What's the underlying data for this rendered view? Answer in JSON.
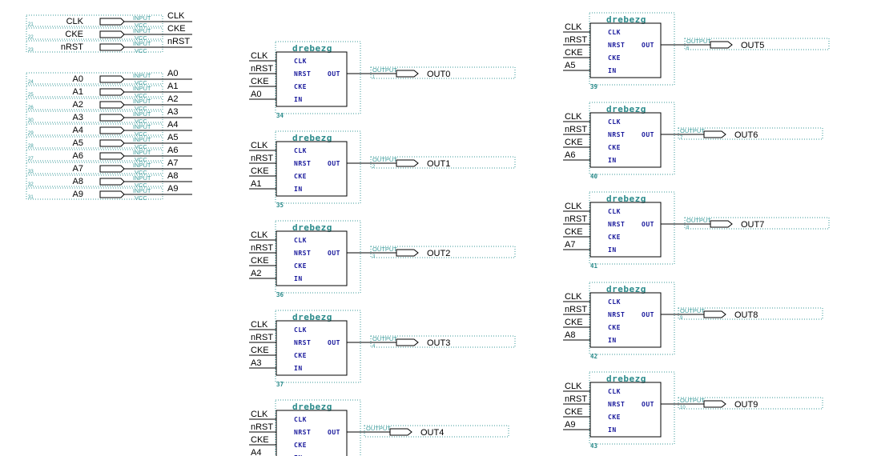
{
  "input_pins": {
    "group1": [
      {
        "num": "21",
        "net": "CLK",
        "label": "CLK",
        "type": "INPUT",
        "pull": "VCC"
      },
      {
        "num": "22",
        "net": "CKE",
        "label": "CKE",
        "type": "INPUT",
        "pull": "VCC"
      },
      {
        "num": "23",
        "net": "nRST",
        "label": "nRST",
        "type": "INPUT",
        "pull": "VCC"
      }
    ],
    "group2": [
      {
        "num": "24",
        "net": "A0",
        "label": "A0",
        "type": "INPUT",
        "pull": "VCC"
      },
      {
        "num": "25",
        "net": "A1",
        "label": "A1",
        "type": "INPUT",
        "pull": "VCC"
      },
      {
        "num": "26",
        "net": "A2",
        "label": "A2",
        "type": "INPUT",
        "pull": "VCC"
      },
      {
        "num": "30",
        "net": "A3",
        "label": "A3",
        "type": "INPUT",
        "pull": "VCC"
      },
      {
        "num": "29",
        "net": "A4",
        "label": "A4",
        "type": "INPUT",
        "pull": "VCC"
      },
      {
        "num": "28",
        "net": "A5",
        "label": "A5",
        "type": "INPUT",
        "pull": "VCC"
      },
      {
        "num": "27",
        "net": "A6",
        "label": "A6",
        "type": "INPUT",
        "pull": "VCC"
      },
      {
        "num": "33",
        "net": "A7",
        "label": "A7",
        "type": "INPUT",
        "pull": "VCC"
      },
      {
        "num": "32",
        "net": "A8",
        "label": "A8",
        "type": "INPUT",
        "pull": "VCC"
      },
      {
        "num": "31",
        "net": "A9",
        "label": "A9",
        "type": "INPUT",
        "pull": "VCC"
      }
    ]
  },
  "block_type": "drebezg",
  "block_pins": [
    "CLK",
    "NRST",
    "CKE",
    "IN",
    "OUT"
  ],
  "block_nets": [
    "CLK",
    "nRST",
    "CKE"
  ],
  "output_type": "OUTPUT",
  "blocks": [
    {
      "inst": "34",
      "in_net": "A0",
      "out_pin": "1",
      "out_name": "OUT0"
    },
    {
      "inst": "35",
      "in_net": "A1",
      "out_pin": "2",
      "out_name": "OUT1"
    },
    {
      "inst": "36",
      "in_net": "A2",
      "out_pin": "3",
      "out_name": "OUT2"
    },
    {
      "inst": "37",
      "in_net": "A3",
      "out_pin": "4",
      "out_name": "OUT3"
    },
    {
      "inst": "",
      "in_net": "A4",
      "out_pin": "",
      "out_name": "OUT4"
    },
    {
      "inst": "39",
      "in_net": "A5",
      "out_pin": "6",
      "out_name": "OUT5"
    },
    {
      "inst": "40",
      "in_net": "A6",
      "out_pin": "7",
      "out_name": "OUT6"
    },
    {
      "inst": "41",
      "in_net": "A7",
      "out_pin": "8",
      "out_name": "OUT7"
    },
    {
      "inst": "42",
      "in_net": "A8",
      "out_pin": "9",
      "out_name": "OUT8"
    },
    {
      "inst": "43",
      "in_net": "A9",
      "out_pin": "10",
      "out_name": "OUT9"
    }
  ]
}
